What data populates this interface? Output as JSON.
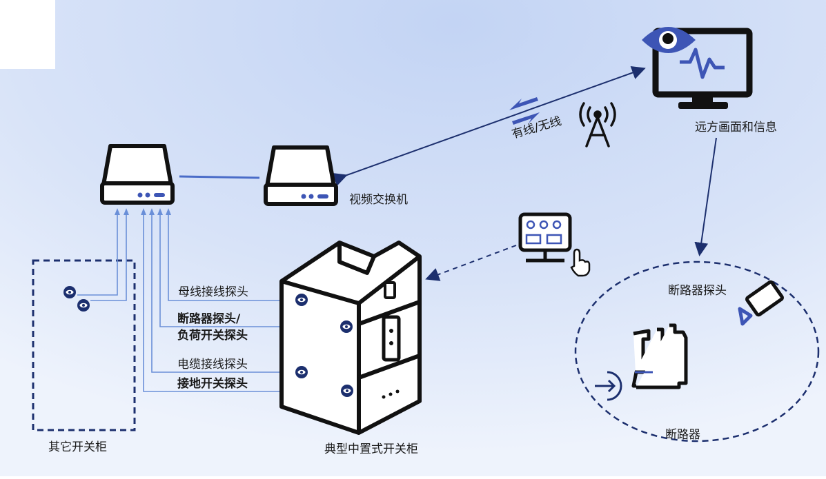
{
  "labels": {
    "remote": "远方画面和信息",
    "wired_wireless": "有线/无线",
    "video_switch": "视频交换机",
    "busbar_probe": "母线接线探头",
    "breaker_probe_line1": "断路器探头/",
    "breaker_probe_line2": "负荷开关探头",
    "cable_probe": "电缆接线探头",
    "ground_probe": "接地开关探头",
    "other_cabinet": "其它开关柜",
    "typical_cabinet": "典型中置式开关柜",
    "breaker_probe_right": "断路器探头",
    "breaker": "断路器"
  },
  "icons": {
    "monitor": "monitor-eye-icon",
    "tower": "antenna-tower-icon",
    "arrows": "bidirectional-arrows-icon",
    "panel": "control-panel-touch-icon",
    "camera": "camera-icon",
    "probe": "eye-probe-icon"
  },
  "colors": {
    "dark_blue": "#1c2f6e",
    "mid_blue": "#3d55b5",
    "light_line": "#6a8fd8",
    "bg_blue": "#c5d6f5",
    "black": "#111111"
  }
}
